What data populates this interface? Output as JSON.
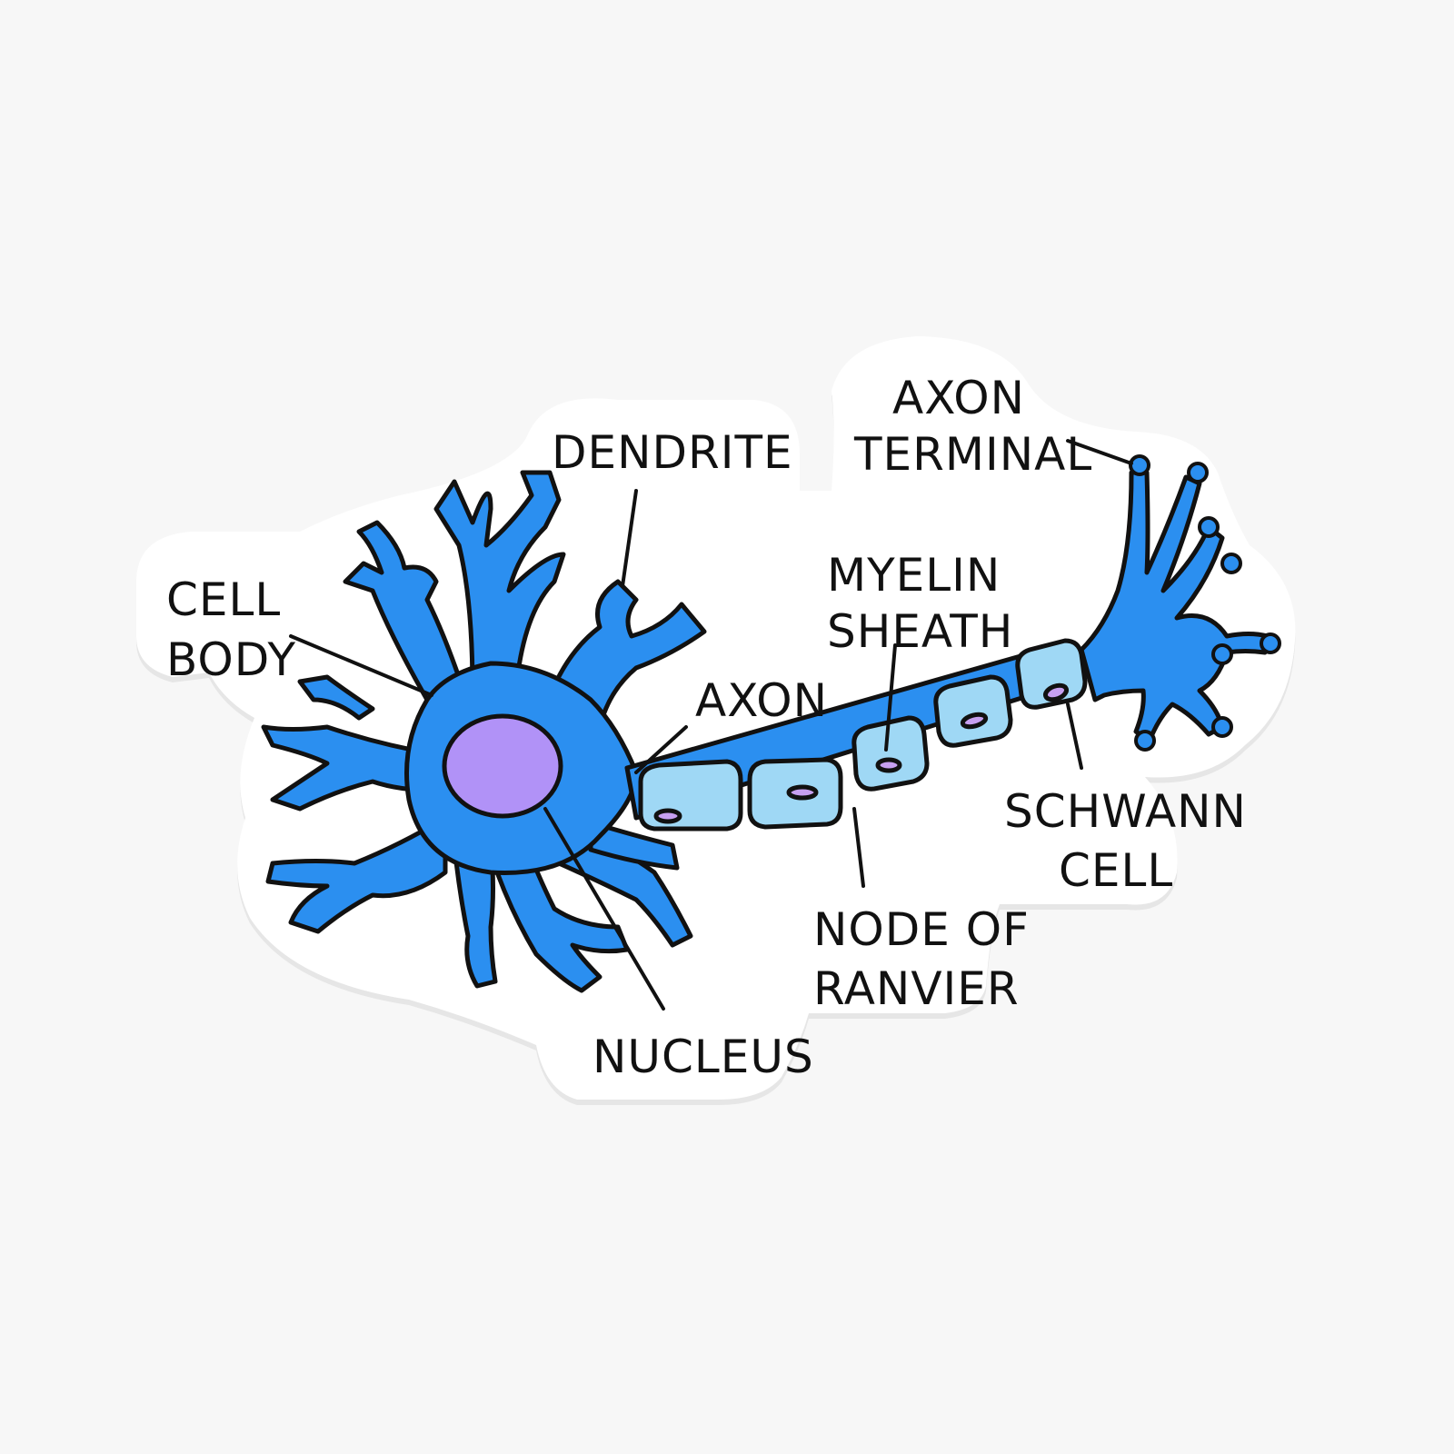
{
  "colors": {
    "background": "#f7f7f7",
    "sticker": "#ffffff",
    "neuron": "#2b8ff0",
    "myelin": "#9fd8f5",
    "nucleus": "#b192f7",
    "schwann_nucleus": "#c79ff0",
    "outline": "#111111"
  },
  "labels": {
    "cell_body": [
      "CELL",
      "BODY"
    ],
    "dendrite": [
      "DENDRITE"
    ],
    "axon": [
      "AXON"
    ],
    "nucleus": [
      "NUCLEUS"
    ],
    "axon_terminal": [
      "AXON",
      "TERMINAL"
    ],
    "myelin_sheath": [
      "MYELIN",
      "SHEATH"
    ],
    "node_of_ranvier": [
      "NODE OF",
      "RANVIER"
    ],
    "schwann_cell": [
      "SCHWANN",
      "CELL"
    ]
  }
}
